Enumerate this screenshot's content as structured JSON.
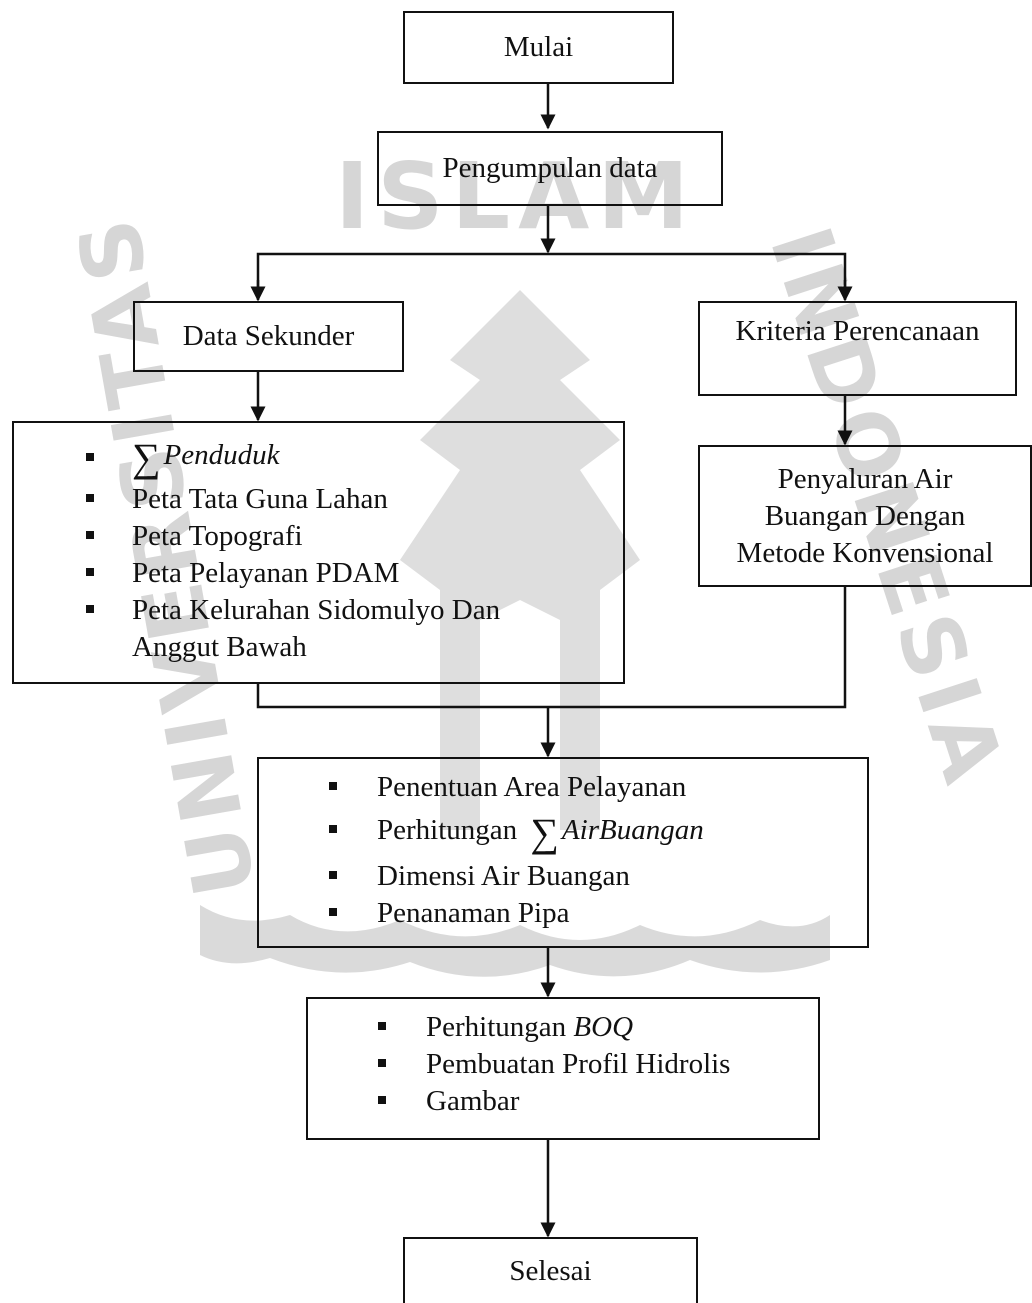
{
  "flowchart": {
    "start": "Mulai",
    "collect": "Pengumpulan data",
    "secondary": "Data Sekunder",
    "criteria": "Kriteria Perencanaan",
    "secondary_items": [
      {
        "sum": "∑",
        "text": "Penduduk"
      },
      {
        "text": "Peta Tata Guna Lahan"
      },
      {
        "text": "Peta Topografi"
      },
      {
        "text": "Peta Pelayanan PDAM"
      },
      {
        "text": "Peta Kelurahan Sidomulyo Dan",
        "cont": "Anggut Bawah"
      }
    ],
    "method": [
      "Penyaluran Air",
      "Buangan Dengan",
      "Metode Konvensional"
    ],
    "analysis_items": [
      {
        "text": "Penentuan Area Pelayanan"
      },
      {
        "text": "Perhitungan",
        "sum": "∑",
        "italic": "AirBuangan"
      },
      {
        "text": "Dimensi Air Buangan"
      },
      {
        "text": "Penanaman Pipa"
      }
    ],
    "output_items": [
      {
        "text": "Perhitungan",
        "italic": "BOQ"
      },
      {
        "text": "Pembuatan Profil Hidrolis"
      },
      {
        "text": "Gambar"
      }
    ],
    "end": "Selesai"
  },
  "watermark": {
    "ring_top": "ISLAM",
    "ring_right": "INDONESIA",
    "ring_left": "UNIVERSITAS"
  },
  "colors": {
    "line": "#111111",
    "watermark": "#cfcfcf"
  }
}
